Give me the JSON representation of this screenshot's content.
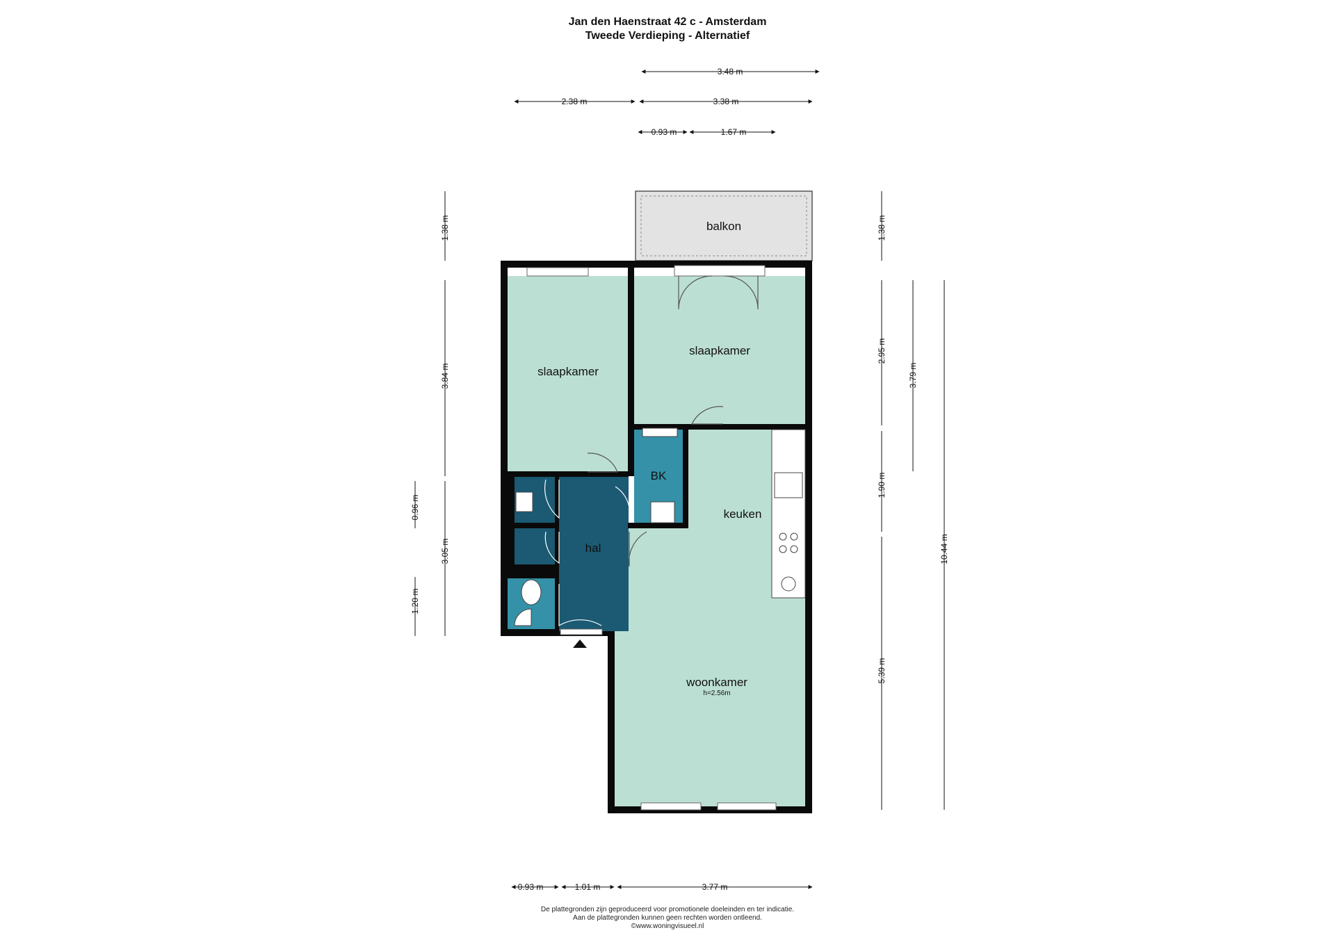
{
  "title": {
    "line1": "Jan den Haenstraat 42 c - Amsterdam",
    "line2": "Tweede Verdieping - Alternatief"
  },
  "colors": {
    "room": "#bcdfd4",
    "hall": "#1b5a72",
    "bathroom": "#3491a8",
    "wall": "#0a0a0a",
    "balcony": "#e3e3e3"
  },
  "rooms": {
    "balcony": "balkon",
    "bedroom_left": "slaapkamer",
    "bedroom_right": "slaapkamer",
    "bathroom": "BK",
    "hall": "hal",
    "kitchen": "keuken",
    "living": "woonkamer",
    "living_height": "h=2.56m"
  },
  "dimensions": {
    "top_overall": "3.48 m",
    "top_left": "2.38 m",
    "top_right": "3.38 m",
    "top_small_a": "0.93 m",
    "top_small_b": "1.67 m",
    "left_balcony": "1.38 m",
    "left_bedroom": "3.84 m",
    "left_small": "0.96 m",
    "left_hall": "3.05 m",
    "left_toilet": "1.20 m",
    "right_balcony": "1.38 m",
    "right_bedroom": "2.95 m",
    "right_bedroom_total": "3.79 m",
    "right_kitchen": "1.90 m",
    "right_living": "5.39 m",
    "right_total": "10.44 m",
    "bottom_a": "0.93 m",
    "bottom_b": "1.01 m",
    "bottom_c": "3.77 m"
  },
  "footer": {
    "line1": "De plattegronden zijn geproduceerd voor promotionele doeleinden en ter indicatie.",
    "line2": "Aan de plattegronden kunnen geen rechten worden ontleend.",
    "line3": "©www.woningvisueel.nl"
  }
}
